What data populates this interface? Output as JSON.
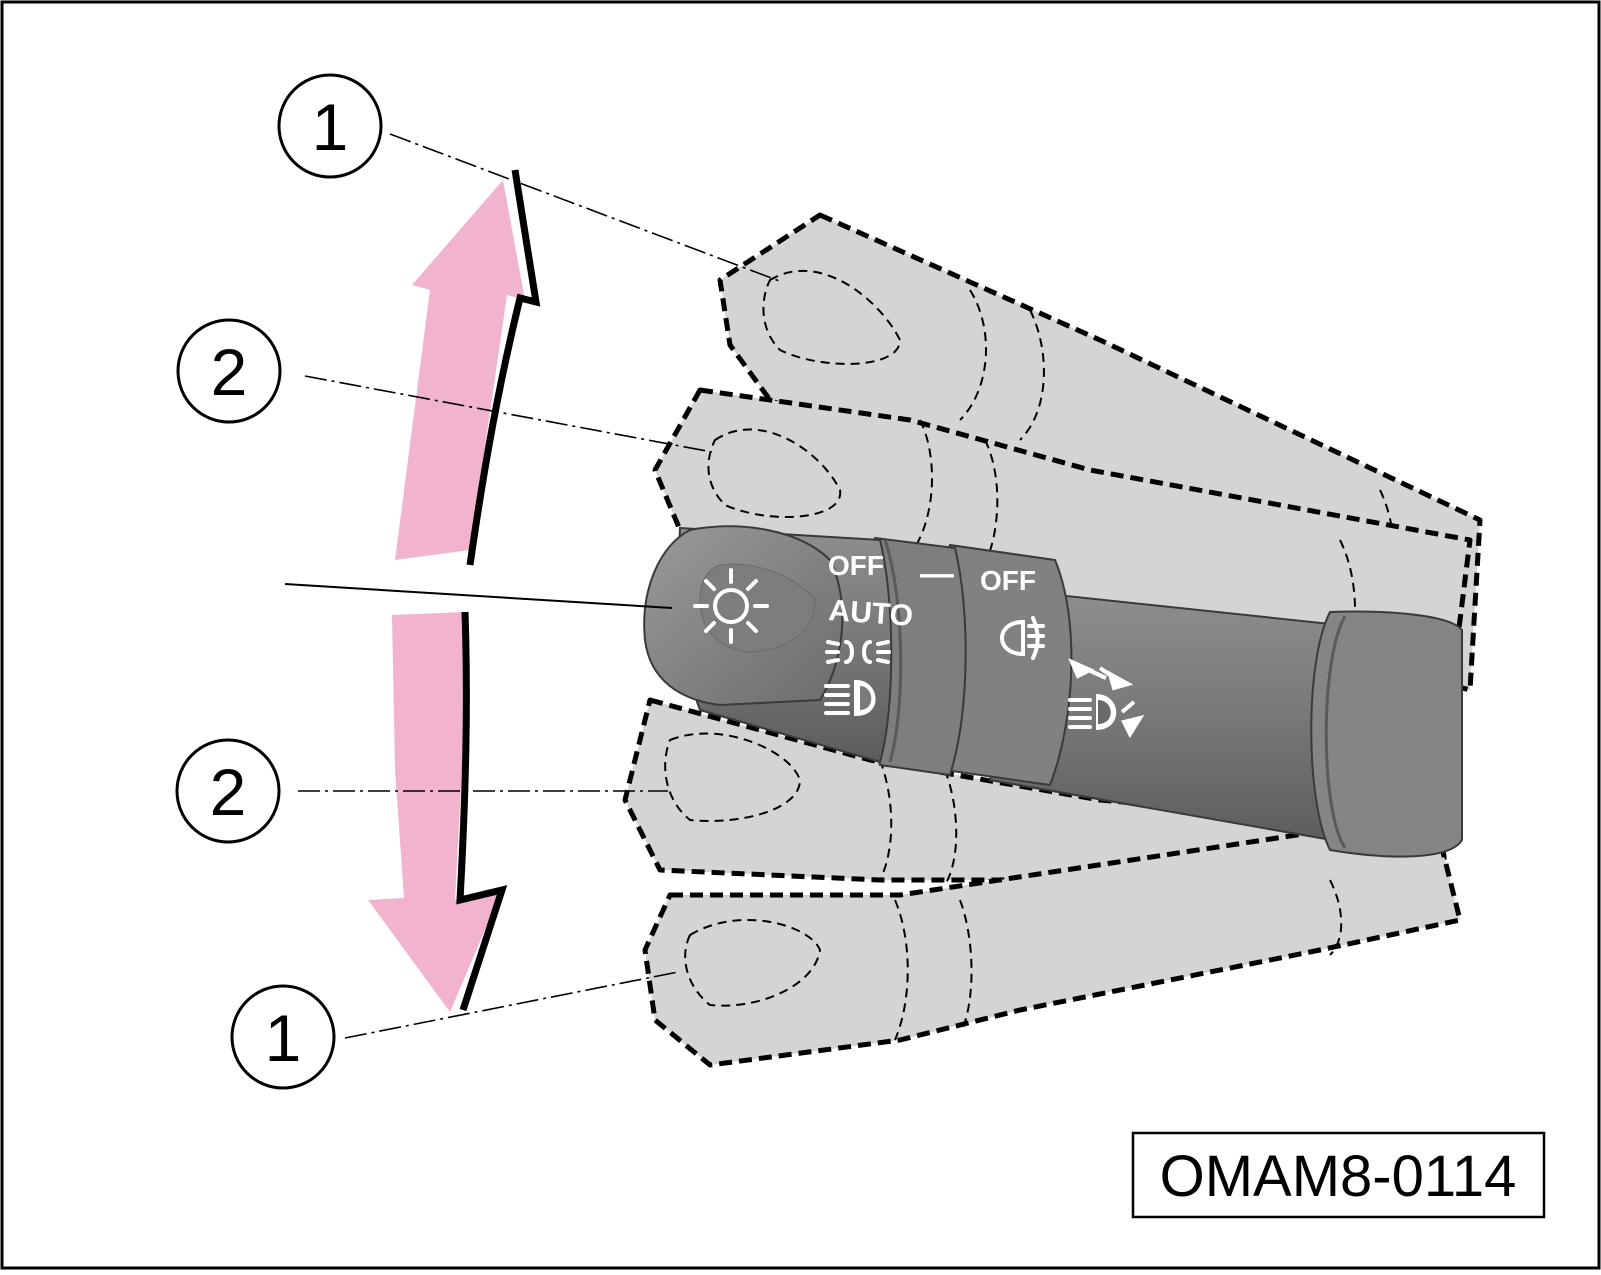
{
  "figure_id": "OMAM8-0114",
  "callouts": {
    "upper_outer": "1",
    "upper_inner": "2",
    "lower_inner": "2",
    "lower_outer": "1"
  },
  "lever_labels": {
    "headlight_off": "OFF",
    "auto": "AUTO",
    "fog_off": "OFF",
    "dash": "—"
  },
  "icons": [
    "headlight-switch-icon",
    "parking-lights-icon",
    "low-beam-icon",
    "fog-light-icon",
    "beam-flash-icon"
  ],
  "colors": {
    "arrow": "#f2b3cf",
    "lever": "#7a7a7a",
    "ghost_fill": "#d4d4d4"
  }
}
